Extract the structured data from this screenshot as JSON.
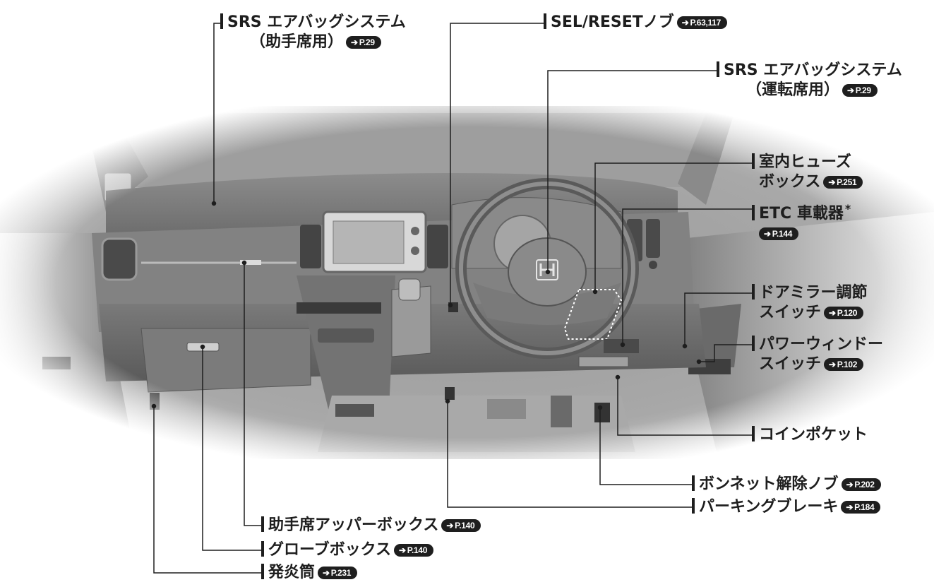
{
  "callouts": {
    "srs_passenger": {
      "text": "SRS エアバッグシステム",
      "line2": "（助手席用）",
      "ref": "P.29"
    },
    "sel_reset": {
      "text": "SEL/RESETノブ",
      "ref": "P.63,117"
    },
    "srs_driver": {
      "text": "SRS エアバッグシステム",
      "line2": "（運転席用）",
      "ref": "P.29"
    },
    "fuse_box": {
      "text": "室内ヒューズ",
      "line2": "ボックス",
      "ref": "P.251"
    },
    "etc": {
      "text": "ETC 車載器",
      "mark": "*",
      "ref": "P.144"
    },
    "door_mirror": {
      "text": "ドアミラー調節",
      "line2": "スイッチ",
      "ref": "P.120"
    },
    "power_window": {
      "text": "パワーウィンドー",
      "line2": "スイッチ",
      "ref": "P.102"
    },
    "coin_pocket": {
      "text": "コインポケット"
    },
    "hood_release": {
      "text": "ボンネット解除ノブ",
      "ref": "P.202"
    },
    "parking_brake": {
      "text": "パーキングブレーキ",
      "ref": "P.184"
    },
    "upper_box": {
      "text": "助手席アッパーボックス",
      "ref": "P.140"
    },
    "glove_box": {
      "text": "グローブボックス",
      "ref": "P.140"
    },
    "flare": {
      "text": "発炎筒",
      "ref": "P.231"
    }
  },
  "colors": {
    "line": "#1e1e1e",
    "badge": "#1e1e1e",
    "badge_text": "#ffffff"
  },
  "icons": {
    "badge_arrow": "right-arrow-icon",
    "steering_logo": "honda-h-logo-icon"
  }
}
